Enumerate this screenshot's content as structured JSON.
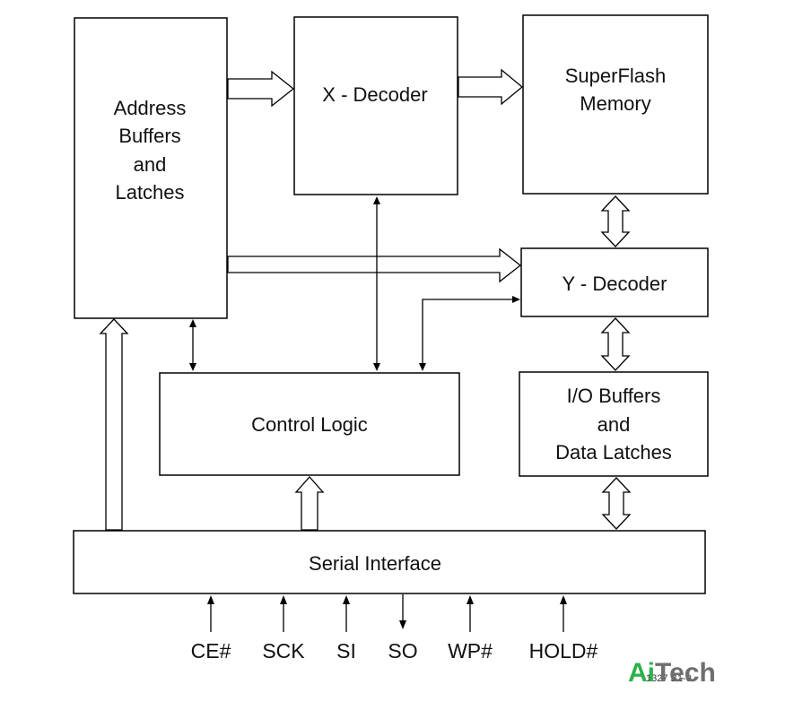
{
  "blocks": {
    "address": [
      "Address",
      "Buffers",
      "and",
      "Latches"
    ],
    "xdecoder": "X - Decoder",
    "memory": [
      "SuperFlash",
      "Memory"
    ],
    "ydecoder": "Y - Decoder",
    "control": "Control Logic",
    "io": [
      "I/O Buffers",
      "and",
      "Data Latches"
    ],
    "serial": "Serial Interface"
  },
  "pins": [
    {
      "label": "CE#",
      "direction": "in"
    },
    {
      "label": "SCK",
      "direction": "in"
    },
    {
      "label": "SI",
      "direction": "in"
    },
    {
      "label": "SO",
      "direction": "out"
    },
    {
      "label": "WP#",
      "direction": "in"
    },
    {
      "label": "HOLD#",
      "direction": "in"
    }
  ],
  "figure_code": "1327 B1-0",
  "logo": {
    "text_a": "Ai",
    "text_b": "Tech",
    "color_a": "#2bb24c",
    "color_b": "#6e6e6e"
  }
}
